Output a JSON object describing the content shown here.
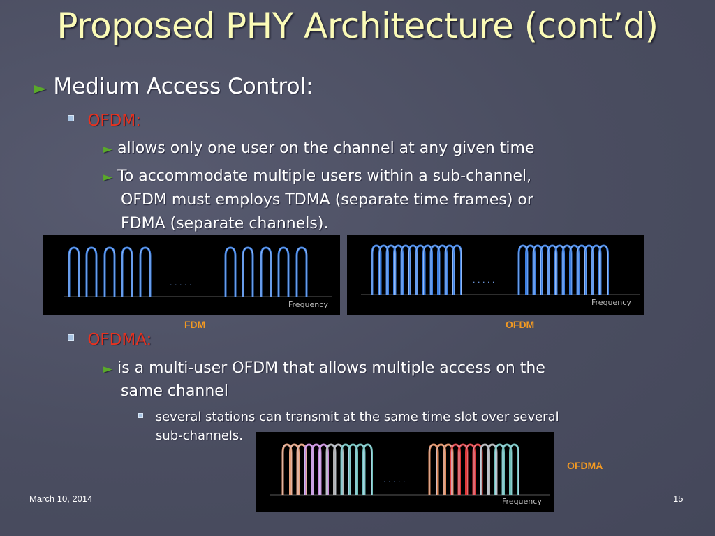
{
  "slide": {
    "title": "Proposed PHY Architecture (cont’d)",
    "bullet1": "Medium Access Control:",
    "ofdm_heading": "OFDM:",
    "ofdm_point1": "allows only one user on the channel at any given time",
    "ofdm_point2_line1": "To accommodate multiple users within a sub-channel,",
    "ofdm_point2_line2": "OFDM must employs TDMA (separate time frames) or",
    "ofdm_point2_line3": "FDMA (separate channels).",
    "ofdma_heading": "OFDMA:",
    "ofdma_point1_line1": "is a multi-user OFDM that allows multiple access on the",
    "ofdma_point1_line2": "same channel",
    "ofdma_sub_line1": "several stations can transmit at the same time slot over several",
    "ofdma_sub_line2": "sub-channels."
  },
  "figures": {
    "fdm": {
      "caption": "FDM",
      "axis_label": "Frequency",
      "ellipsis": ". . . . ."
    },
    "ofdm": {
      "caption": "OFDM",
      "axis_label": "Frequency",
      "ellipsis": ". . . . ."
    },
    "ofdma": {
      "caption": "OFDMA",
      "axis_label": "Frequency",
      "ellipsis": ". . . . ."
    }
  },
  "footer": {
    "date": "March 10, 2014",
    "page": "15"
  },
  "colors": {
    "title": "#fbfbb7",
    "heading_red": "#e8321f",
    "caption_orange": "#f39a22",
    "arrow_green": "#5aa92a",
    "signal_blue": "#3d7fe0"
  }
}
